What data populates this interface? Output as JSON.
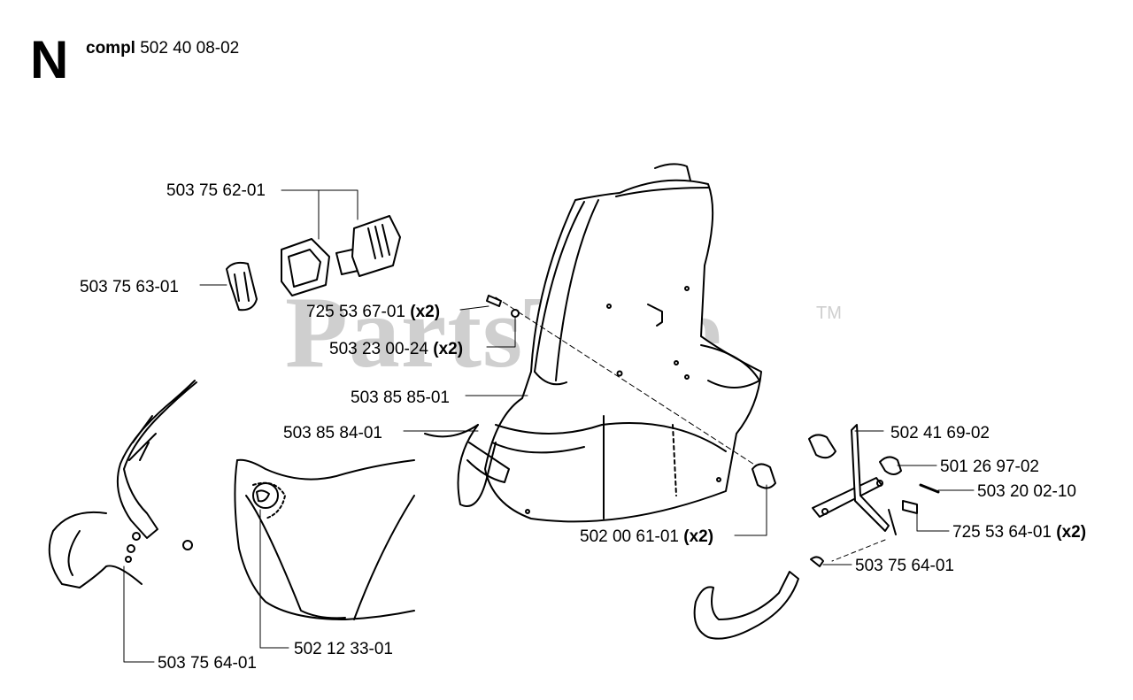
{
  "header": {
    "section_letter": "N",
    "compl_label": "compl",
    "compl_number": "502 40 08-02"
  },
  "watermark": {
    "text": "PartsTree",
    "trademark": "TM"
  },
  "parts": [
    {
      "number": "503 75 62-01",
      "qty": ""
    },
    {
      "number": "503 75 63-01",
      "qty": ""
    },
    {
      "number": "725 53 67-01",
      "qty": "(x2)"
    },
    {
      "number": "503 23 00-24",
      "qty": "(x2)"
    },
    {
      "number": "503 85 85-01",
      "qty": ""
    },
    {
      "number": "503 85 84-01",
      "qty": ""
    },
    {
      "number": "502 41 69-02",
      "qty": ""
    },
    {
      "number": "501 26 97-02",
      "qty": ""
    },
    {
      "number": "503 20 02-10",
      "qty": ""
    },
    {
      "number": "502 00 61-01",
      "qty": "(x2)"
    },
    {
      "number": "725 53 64-01",
      "qty": "(x2)"
    },
    {
      "number": "503 75 64-01",
      "qty": ""
    },
    {
      "number": "502 12 33-01",
      "qty": ""
    },
    {
      "number": "503 75 64-01",
      "qty": ""
    }
  ]
}
